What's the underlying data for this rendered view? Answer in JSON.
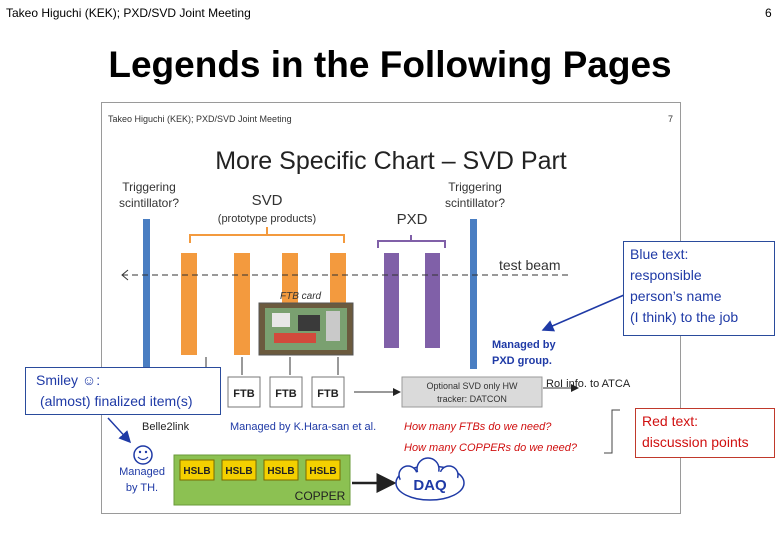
{
  "header": {
    "left": "Takeo Higuchi (KEK);   PXD/SVD Joint Meeting",
    "page": "6"
  },
  "page_title": "Legends in the Following Pages",
  "slide": {
    "header_left": "Takeo Higuchi (KEK);   PXD/SVD Joint Meeting",
    "page": "7",
    "title": "More Specific Chart – SVD Part",
    "trig_left": [
      "Triggering",
      "scintillator?"
    ],
    "svd": "SVD",
    "svd_sub": "(prototype products)",
    "pxd": "PXD",
    "trig_right": [
      "Triggering",
      "scintillator?"
    ],
    "test_beam": "test beam",
    "ftb_card": "FTB card",
    "managed_pxd": [
      "Managed by",
      "PXD group."
    ],
    "ftb_labels": [
      "FTB",
      "FTB",
      "FTB"
    ],
    "optional_svd": [
      "Optional SVD only HW",
      "tracker: DATCON"
    ],
    "roi": "RoI info. to ATCA",
    "belle2link": "Belle2link",
    "managed_hara": "Managed by K.Hara-san et al.",
    "q_ftb": "How many FTBs do we need?",
    "q_copper": "How many COPPERs do we need?",
    "managed_th": [
      "Managed",
      "by TH."
    ],
    "hslb": [
      "HSLB",
      "HSLB",
      "HSLB",
      "HSLB"
    ],
    "copper": "COPPER",
    "daq": "DAQ"
  },
  "callouts": {
    "blue": [
      "Blue text:",
      "responsible",
      "person’s name",
      "(I think) to the job"
    ],
    "smiley": [
      "Smiley ☺:",
      "(almost) finalized item(s)"
    ],
    "red": [
      "Red text:",
      "discussion points"
    ]
  },
  "colors": {
    "svd_module": "#f39a3e",
    "pxd_module": "#8060a8",
    "scintillator": "#4a7ec2",
    "copper_board": "#8cc152",
    "hslb": "#f4d000",
    "callout_border_blue": "#2a4b9c",
    "callout_border_red": "#c0392b",
    "blue_text": "#1f3aa6",
    "red_text": "#d01010"
  }
}
